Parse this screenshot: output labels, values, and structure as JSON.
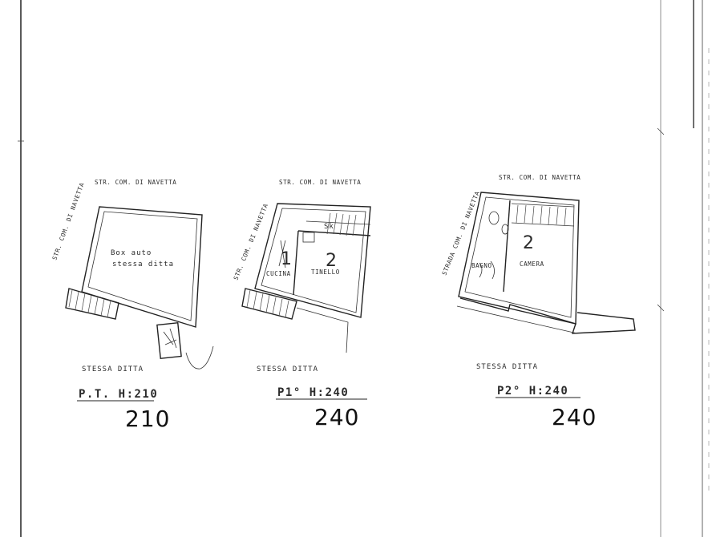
{
  "floors": [
    {
      "street_top": "STR. COM. DI NAVETTA",
      "street_side": "STR. COM. DI NAVETTA",
      "room_label_1": "Box auto",
      "room_label_2": "stessa ditta",
      "bottom_label": "STESSA DITTA",
      "heading": "P.T. H:210",
      "height_hand": "210"
    },
    {
      "street_top": "STR. COM. DI NAVETTA",
      "street_side": "STR. COM. DI NAVETTA",
      "room_label_cucina": "CUCINA",
      "room_label_tinello": "TINELLO",
      "number_1": "1",
      "number_2": "2",
      "bottom_label": "STESSA DITTA",
      "heading": "P1° H:240",
      "height_hand": "240"
    },
    {
      "street_top": "STR. COM. DI NAVETTA",
      "street_side": "STRADA COM. DI NAVETTA",
      "room_label_bagno": "BAGNO",
      "room_label_camera": "CAMERA",
      "number_2": "2",
      "bottom_label": "STESSA DITTA",
      "heading": "P2° H:240",
      "height_hand": "240"
    }
  ]
}
